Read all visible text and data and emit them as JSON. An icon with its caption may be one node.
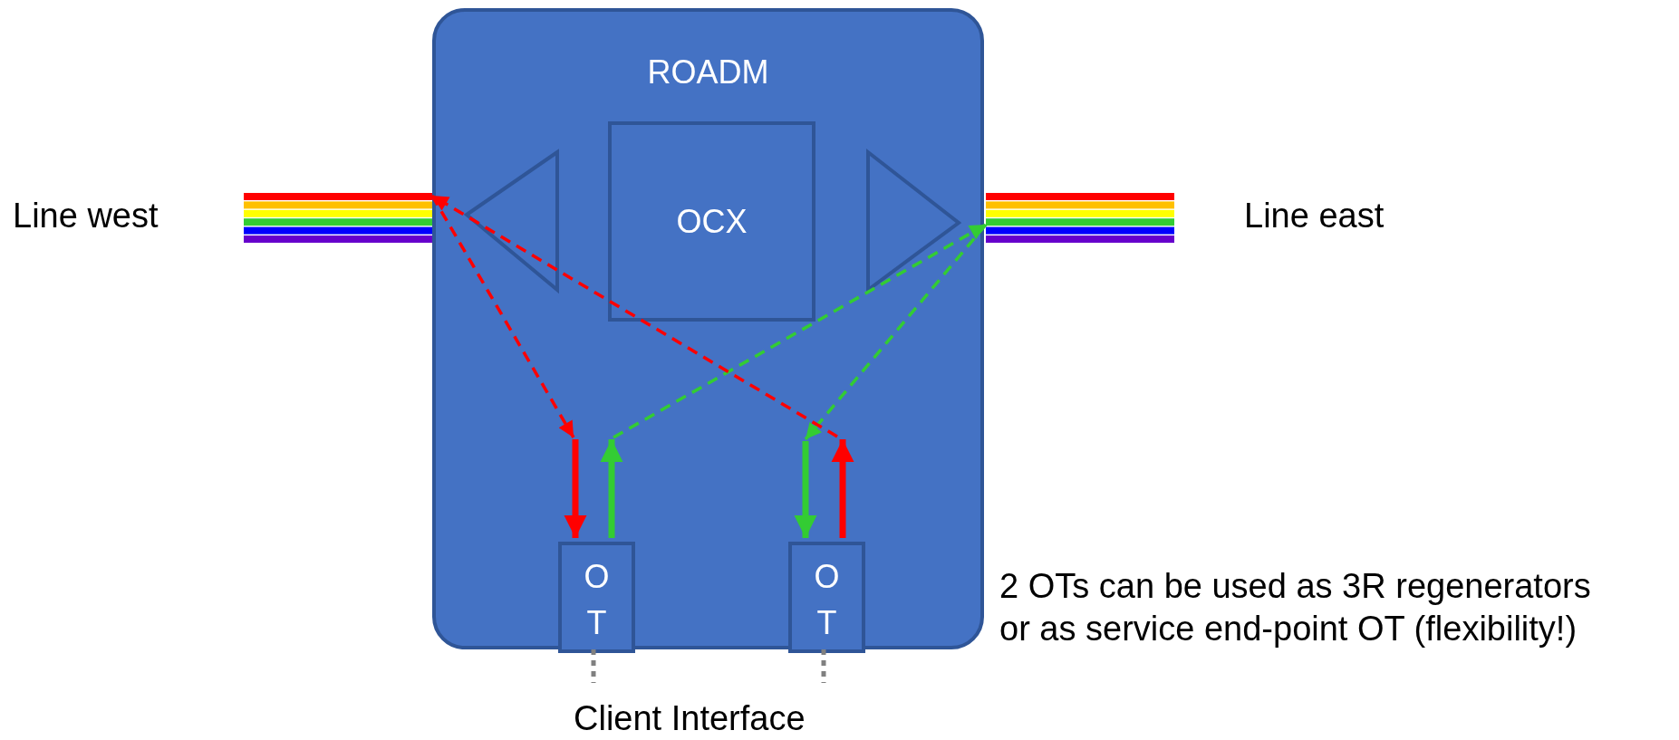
{
  "diagram": {
    "nodes": [
      {
        "text": [
          "ROADM"
        ]
      },
      {
        "text": [
          "OCX"
        ],
        "in": 0
      },
      {
        "text": [],
        "shape": "triangle",
        "in": 0
      },
      {
        "text": [],
        "shape": "triangle",
        "in": 0
      },
      {
        "text": [
          "OT"
        ],
        "in": 0
      },
      {
        "text": [
          "OT"
        ],
        "in": 0
      },
      {
        "text": [],
        "shape": "bar",
        "beside": [
          "Line west"
        ]
      },
      {
        "text": [],
        "shape": "bar",
        "beside": [
          "Line east"
        ]
      }
    ],
    "edges": [
      {
        "from": 6,
        "to": null,
        "arrow": "to",
        "style": "dashed",
        "color": "#ff0000"
      },
      {
        "from": null,
        "to": 4,
        "arrow": "to",
        "color": "#ff0000"
      },
      {
        "from": 4,
        "to": null,
        "arrow": "to",
        "color": "#33cc33"
      },
      {
        "from": null,
        "to": 7,
        "arrow": "to",
        "style": "dashed",
        "color": "#33cc33"
      },
      {
        "from": 7,
        "to": null,
        "arrow": "to",
        "style": "dashed",
        "color": "#33cc33"
      },
      {
        "from": null,
        "to": 5,
        "arrow": "to",
        "color": "#33cc33"
      },
      {
        "from": 5,
        "to": null,
        "arrow": "to",
        "color": "#ff0000"
      },
      {
        "from": null,
        "to": 6,
        "arrow": "to",
        "style": "dashed",
        "color": "#ff0000"
      },
      {
        "from": 4,
        "to": null,
        "arrow": "none",
        "style": "dashed",
        "color": "#808080"
      },
      {
        "from": 5,
        "to": null,
        "arrow": "none",
        "style": "dashed",
        "color": "#808080"
      }
    ],
    "labels": [
      "2 OTs can be used as 3R regenerators or as service end-point OT (flexibility!)",
      "Client Interface"
    ]
  }
}
